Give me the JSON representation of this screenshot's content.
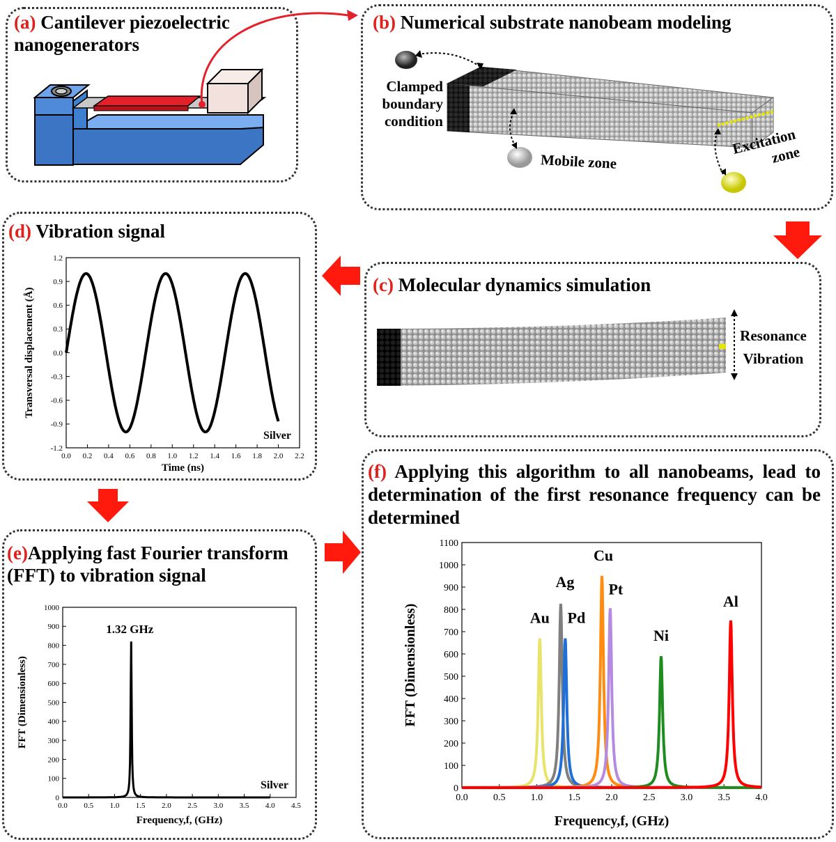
{
  "panels": {
    "a": {
      "tag": "(a)",
      "title": "Cantilever piezoelectric nanogenerators"
    },
    "b": {
      "tag": "(b)",
      "title": "Numerical substrate nanobeam modeling",
      "clamped_label": "Clamped boundary condition",
      "mobile_label": "Mobile zone",
      "excitation_label": "Excitation zone"
    },
    "c": {
      "tag": "(c)",
      "title": "Molecular dynamics simulation",
      "resonance_label": "Resonance Vibration"
    },
    "d": {
      "tag": "(d)",
      "title": "Vibration signal"
    },
    "e": {
      "tag": "(e)",
      "title": "Applying fast Fourier transform (FFT) to vibration signal"
    },
    "f": {
      "tag": "(f)",
      "title": "Applying this algorithm to all nanobeams, lead to determination of the first resonance frequency can be determined"
    }
  },
  "chart_data": [
    {
      "id": "d",
      "type": "line",
      "xlabel": "Time (ns)",
      "ylabel": "Transversal displacement (Å)",
      "xlim": [
        0.0,
        2.2
      ],
      "ylim": [
        -1.2,
        1.2
      ],
      "xticks": [
        "0.0",
        "0.2",
        "0.4",
        "0.6",
        "0.8",
        "1.0",
        "1.2",
        "1.4",
        "1.6",
        "1.8",
        "2.0",
        "2.2"
      ],
      "yticks": [
        "-1.2",
        "-0.9",
        "-0.6",
        "-0.3",
        "0.0",
        "0.3",
        "0.6",
        "0.9",
        "1.2"
      ],
      "annotation": "Silver",
      "series": [
        {
          "amplitude": 1.0,
          "period_ns": 0.75,
          "x_end": 2.0,
          "color": "#000000"
        }
      ]
    },
    {
      "id": "e",
      "type": "line",
      "xlabel": "Frequency,f, (GHz)",
      "ylabel": "FFT (Dimensionless)",
      "xlim": [
        0.0,
        4.5
      ],
      "ylim": [
        0,
        1000
      ],
      "xticks": [
        "0.0",
        "0.5",
        "1.0",
        "1.5",
        "2.0",
        "2.5",
        "3.0",
        "3.5",
        "4.0",
        "4.5"
      ],
      "yticks": [
        "0",
        "100",
        "200",
        "300",
        "400",
        "500",
        "600",
        "700",
        "800",
        "900",
        "1000"
      ],
      "annotation": "Silver",
      "series": [
        {
          "peak_x": 1.32,
          "peak_y": 820,
          "color": "#000000",
          "label": "1.32 GHz"
        }
      ]
    },
    {
      "id": "f",
      "type": "line",
      "xlabel": "Frequency,f, (GHz)",
      "ylabel": "FFT (Dimensionless)",
      "xlim": [
        0.0,
        4.0
      ],
      "ylim": [
        0,
        1100
      ],
      "xticks": [
        "0.0",
        "0.5",
        "1.0",
        "1.5",
        "2.0",
        "2.5",
        "3.0",
        "3.5",
        "4.0"
      ],
      "yticks": [
        "0",
        "100",
        "200",
        "300",
        "400",
        "500",
        "600",
        "700",
        "800",
        "900",
        "1000",
        "1100"
      ],
      "series": [
        {
          "name": "Au",
          "peak_x": 1.04,
          "peak_y": 670,
          "color": "#e8e46a"
        },
        {
          "name": "Ag",
          "peak_x": 1.32,
          "peak_y": 825,
          "color": "#7f7f7f"
        },
        {
          "name": "Pd",
          "peak_x": 1.38,
          "peak_y": 670,
          "color": "#1f6fd8"
        },
        {
          "name": "Cu",
          "peak_x": 1.87,
          "peak_y": 950,
          "color": "#ff8c10"
        },
        {
          "name": "Pt",
          "peak_x": 1.98,
          "peak_y": 805,
          "color": "#b48be0"
        },
        {
          "name": "Ni",
          "peak_x": 2.66,
          "peak_y": 590,
          "color": "#1f8c1f"
        },
        {
          "name": "Al",
          "peak_x": 3.59,
          "peak_y": 750,
          "color": "#ff0000"
        }
      ]
    }
  ]
}
